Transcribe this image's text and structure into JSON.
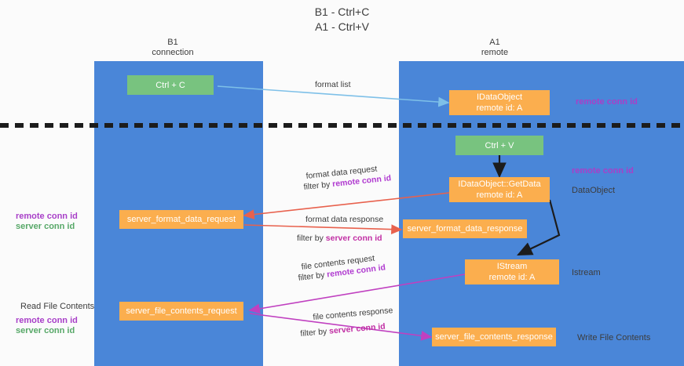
{
  "title": {
    "line1": "B1 - Ctrl+C",
    "line2": "A1 - Ctrl+V"
  },
  "columns": {
    "left": {
      "name": "B1",
      "role": "connection"
    },
    "right": {
      "name": "A1",
      "role": "remote"
    }
  },
  "nodes": {
    "ctrl_c": {
      "label": "Ctrl + C"
    },
    "ctrl_v": {
      "label": "Ctrl + V"
    },
    "idataobject": {
      "line1": "IDataObject",
      "line2": "remote id: A"
    },
    "getdata": {
      "line1": "IDataObject::GetData",
      "line2": "remote id: A"
    },
    "istream": {
      "line1": "IStream",
      "line2": "remote id: A"
    },
    "server_format_data_request": {
      "label": "server_format_data_request"
    },
    "server_format_data_response": {
      "label": "server_format_data_response"
    },
    "server_file_contents_request": {
      "label": "server_file_contents_request"
    },
    "server_file_contents_response": {
      "label": "server_file_contents_response"
    }
  },
  "right_captions": {
    "remote_conn_id_top": "remote conn id",
    "remote_conn_id_mid": "remote conn id",
    "dataobject": "DataObject",
    "istream": "Istream",
    "write_file_contents": "Write File Contents"
  },
  "left_captions": {
    "remote_conn_id": "remote conn id",
    "server_conn_id": "server conn id",
    "read_file_contents": "Read File Contents",
    "remote_conn_id_2": "remote conn id",
    "server_conn_id_2": "server conn id"
  },
  "edges": {
    "format_list": "format list",
    "format_data_request": "format data request",
    "format_data_request_filter_pre": "filter by ",
    "format_data_request_filter_key": "remote conn id",
    "format_data_response": "format data response",
    "format_data_response_filter_pre": "filter by ",
    "format_data_response_filter_key": "server conn id",
    "file_contents_request": "file contents request",
    "file_contents_request_filter_pre": "filter by ",
    "file_contents_request_filter_key": "remote conn id",
    "file_contents_response": "file contents response",
    "file_contents_response_filter_pre": "filter by ",
    "file_contents_response_filter_key": "server conn id"
  },
  "colors": {
    "column_blue": "#4a86d8",
    "node_green": "#78c37f",
    "node_orange": "#fbae4e",
    "accent_purple": "#a83fc8",
    "accent_green": "#57a868",
    "arrow_light_blue": "#7ec0e8",
    "arrow_red": "#e8614d",
    "arrow_magenta": "#c040c0",
    "arrow_black": "#1c1c1c"
  }
}
